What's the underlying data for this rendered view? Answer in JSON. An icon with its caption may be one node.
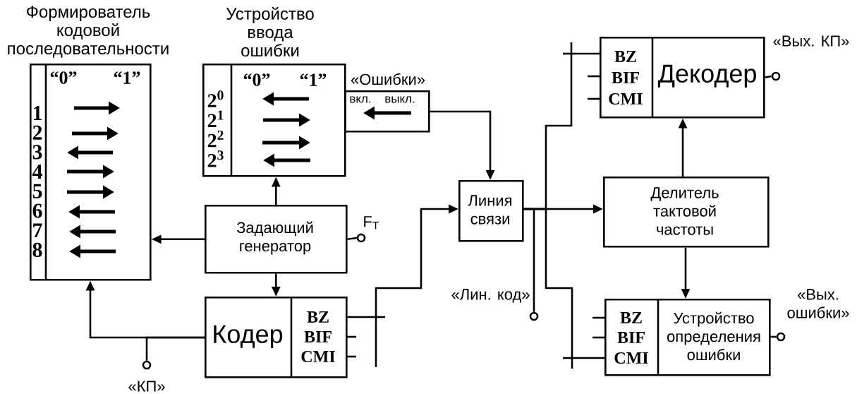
{
  "diagram": {
    "nodes": [
      {
        "text": [
          "Формирователь кодовой последовательности",
          "“0”",
          "“1”",
          "1",
          "2",
          "3",
          "4",
          "5",
          "6",
          "7",
          "8"
        ]
      },
      {
        "text": [
          "Устройство ввода ошибки",
          "“0”",
          "“1”",
          "2$^{0}$",
          "2$^{1}$",
          "2$^{2}$",
          "2$^{3}$"
        ]
      },
      {
        "text": [
          "«Ошибки»",
          "вкл.",
          "выкл."
        ]
      },
      {
        "text": [
          "Задающий генератор"
        ]
      },
      {
        "text": [
          "F$_{T}$"
        ]
      },
      {
        "text": [
          "Кодер",
          "BZ",
          "BIF",
          "CMI"
        ]
      },
      {
        "text": [
          "«КП»"
        ]
      },
      {
        "text": [
          "Линия связи"
        ]
      },
      {
        "text": [
          "«Лин. код»"
        ]
      },
      {
        "text": [
          "BZ",
          "BIF",
          "CMI",
          "Декодер"
        ]
      },
      {
        "text": [
          "«Вых. КП»"
        ]
      },
      {
        "text": [
          "Делитель тактовой частоты"
        ]
      },
      {
        "text": [
          "BZ",
          "BIF",
          "CMI",
          "Устройство определения ошибки"
        ]
      },
      {
        "text": [
          "«Вых. ошибки»"
        ]
      }
    ],
    "edges": [
      {
        "from": 3,
        "to": 0,
        "arrow": "to"
      },
      {
        "from": 3,
        "to": 1,
        "arrow": "to"
      },
      {
        "from": 3,
        "to": 5,
        "arrow": "to"
      },
      {
        "from": 3,
        "to": 4,
        "arrow": "none"
      },
      {
        "from": 5,
        "to": 0,
        "arrow": "to"
      },
      {
        "from": 5,
        "to": 6,
        "arrow": "none"
      },
      {
        "from": 2,
        "to": 7,
        "arrow": "to"
      },
      {
        "from": 5,
        "to": 7,
        "arrow": "to"
      },
      {
        "from": 7,
        "to": 11,
        "arrow": "to"
      },
      {
        "from": 7,
        "to": 8,
        "arrow": "none"
      },
      {
        "from": 7,
        "to": 9,
        "arrow": "none"
      },
      {
        "from": 7,
        "to": 12,
        "arrow": "none"
      },
      {
        "from": 11,
        "to": 9,
        "arrow": "to"
      },
      {
        "from": 11,
        "to": 12,
        "arrow": "to"
      },
      {
        "from": 9,
        "to": 10,
        "arrow": "none"
      },
      {
        "from": 12,
        "to": 13,
        "arrow": "none"
      }
    ]
  }
}
